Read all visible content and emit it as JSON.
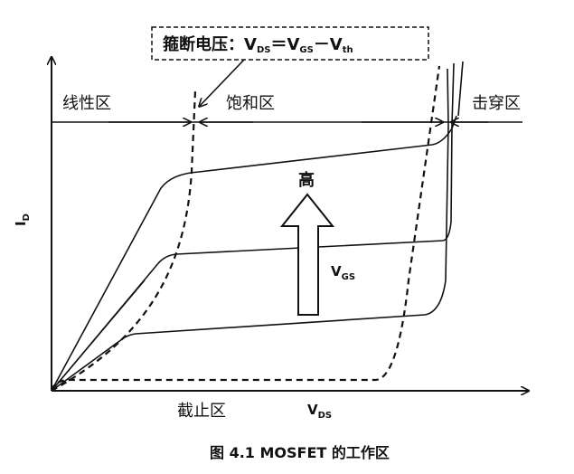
{
  "annotation": {
    "text": "箍断电压：",
    "eq_parts": [
      "V",
      "DS",
      "＝V",
      "GS",
      "－V",
      "th"
    ]
  },
  "regions": {
    "linear": "线性区",
    "saturation": "饱和区",
    "breakdown": "击穿区",
    "cutoff": "截止区"
  },
  "arrow_label": "高",
  "axis_y": {
    "main": "I",
    "sub": "D"
  },
  "axis_x": {
    "main": "V",
    "sub": "DS"
  },
  "vgs_label": {
    "main": "V",
    "sub": "GS"
  },
  "caption": "图 4.1 MOSFET 的工作区"
}
